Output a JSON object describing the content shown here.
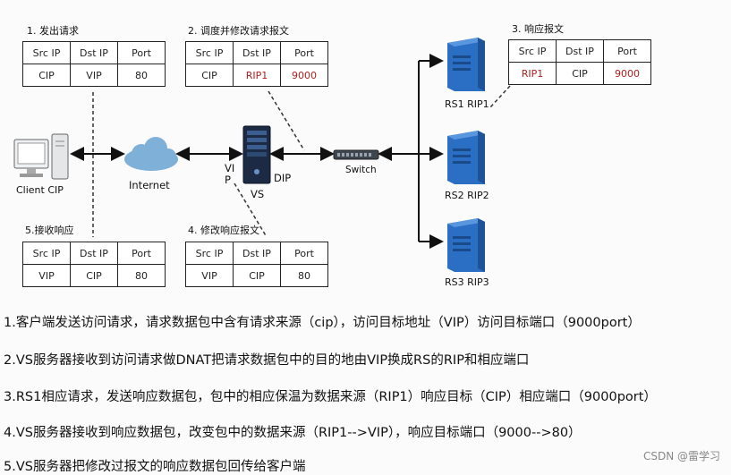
{
  "tables": [
    {
      "caption": "1. 发出请求",
      "headers": [
        "Src IP",
        "Dst IP",
        "Port"
      ],
      "values": [
        "CIP",
        "VIP",
        "80"
      ],
      "red": [
        false,
        false,
        false
      ]
    },
    {
      "caption": "2. 调度并修改请求报文",
      "headers": [
        "Src IP",
        "Dst IP",
        "Port"
      ],
      "values": [
        "CIP",
        "RIP1",
        "9000"
      ],
      "red": [
        false,
        true,
        true
      ]
    },
    {
      "caption": "3. 响应报文",
      "headers": [
        "Src IP",
        "Dst IP",
        "Port"
      ],
      "values": [
        "RIP1",
        "CIP",
        "9000"
      ],
      "red": [
        true,
        false,
        true
      ]
    },
    {
      "caption": "5.接收响应",
      "headers": [
        "Src IP",
        "Dst IP",
        "Port"
      ],
      "values": [
        "VIP",
        "CIP",
        "80"
      ],
      "red": [
        false,
        false,
        false
      ]
    },
    {
      "caption": "4. 修改响应报文",
      "headers": [
        "Src IP",
        "Dst IP",
        "Port"
      ],
      "values": [
        "VIP",
        "CIP",
        "80"
      ],
      "red": [
        false,
        false,
        false
      ]
    }
  ],
  "nodes": {
    "client": "Client CIP",
    "internet": "Internet",
    "vip": "VI P",
    "dip": "DIP",
    "vs": "VS",
    "switch": "Switch",
    "rs1": "RS1 RIP1",
    "rs2": "RS2 RIP2",
    "rs3": "RS3 RIP3"
  },
  "steps": [
    "1.客户端发送访问请求，请求数据包中含有请求来源（cip），访问目标地址（VIP）访问目标端口（9000port）",
    "2.VS服务器接收到访问请求做DNAT把请求数据包中的目的地由VIP换成RS的RIP和相应端口",
    "3.RS1相应请求，发送响应数据包，包中的相应保温为数据来源（RIP1）响应目标（CIP）相应端口（9000port）",
    "4.VS服务器接收到响应数据包，改变包中的数据来源（RIP1-->VIP），响应目标端口（9000-->80）",
    "5.VS服务器把修改过报文的响应数据包回传给客户端"
  ],
  "watermark": "CSDN @雷学习",
  "colors": {
    "server_blue": "#2a6fc4",
    "cloud": "#7fb0d8",
    "red_text": "#b02020"
  }
}
